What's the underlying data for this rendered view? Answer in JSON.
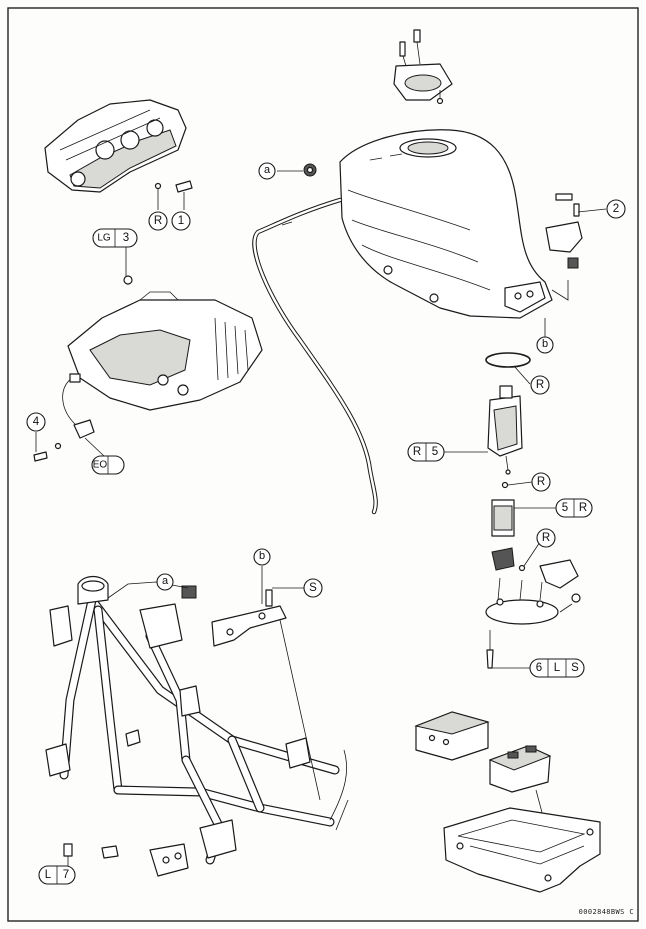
{
  "callouts": {
    "c1": "1",
    "c2": "2",
    "c3": "3",
    "c4": "4",
    "c5a": "5",
    "c5b": "5",
    "c6": "6",
    "c7": "7",
    "r1": "R",
    "r2": "R",
    "r3": "R",
    "r4": "R",
    "r5": "R",
    "r6": "R",
    "l1": "L",
    "l2": "L",
    "s1": "S",
    "s2": "S",
    "lg": "LG",
    "eo": "EO",
    "a1": "a",
    "a2": "a",
    "b1": "b",
    "b2": "b"
  },
  "figure_code": "0002848BWS C"
}
